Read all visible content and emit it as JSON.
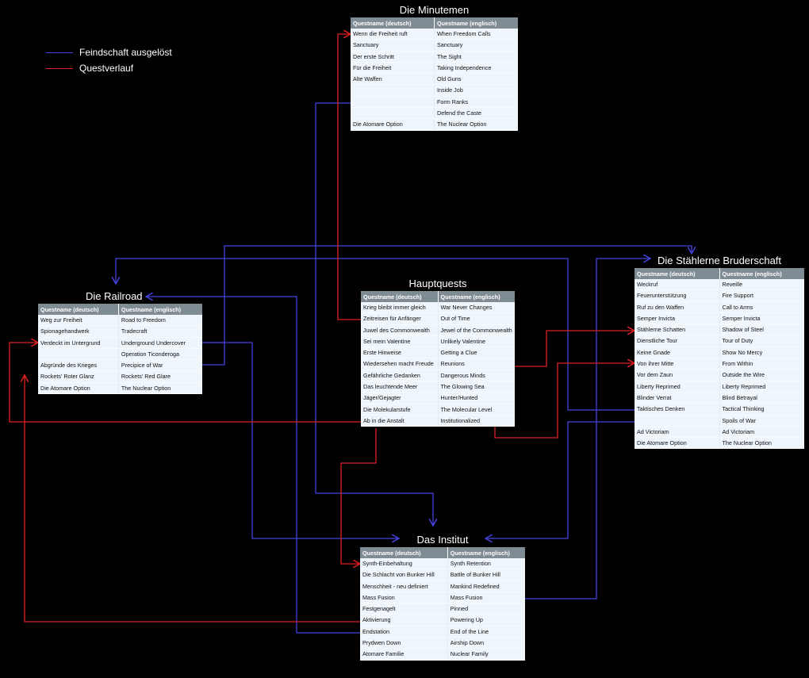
{
  "legend": {
    "hostility": {
      "label": "Feindschaft ausgelöst",
      "color": "#4444dd"
    },
    "quest_flow": {
      "label": "Questverlauf",
      "color": "#e02020"
    }
  },
  "columns": {
    "german": "Questname (deutsch)",
    "english": "Questname (englisch)"
  },
  "factions": {
    "minutemen": {
      "title": "Die Minutemen",
      "rows": [
        [
          "Wenn die Freiheit ruft",
          "When Freedom Calls"
        ],
        [
          "Sanctuary",
          "Sanctuary"
        ],
        [
          "Der erste Schritt",
          "The Sight"
        ],
        [
          "Für die Freiheit",
          "Taking Independence"
        ],
        [
          "Alte Waffen",
          "Old Guns"
        ],
        [
          "",
          "Inside Job"
        ],
        [
          "",
          "Form Ranks"
        ],
        [
          "",
          "Defend the Caste"
        ],
        [
          "Die Atomare Option",
          "The Nuclear Option"
        ]
      ]
    },
    "railroad": {
      "title": "Die Railroad",
      "rows": [
        [
          "Weg zur Freiheit",
          "Road to Freedom"
        ],
        [
          "Spionagehandwerk",
          "Tradecraft"
        ],
        [
          "Verdeckt im Untergrund",
          "Underground Undercover"
        ],
        [
          "",
          "Operation Ticonderoga"
        ],
        [
          "Abgründe des Krieges",
          "Precipice of War"
        ],
        [
          "Rockets' Roter Glanz",
          "Rockets' Red Glare"
        ],
        [
          "Die Atomare Option",
          "The Nuclear Option"
        ]
      ]
    },
    "main": {
      "title": "Hauptquests",
      "rows": [
        [
          "Krieg bleibt immer gleich",
          "War Never Changes"
        ],
        [
          "Zeitreisen für Anfänger",
          "Out of Time"
        ],
        [
          "Juwel des Commonwealth",
          "Jewel of the Commonwealth"
        ],
        [
          "Sei mein Valentine",
          "Unlikely Valentine"
        ],
        [
          "Erste Hinweise",
          "Getting a Clue"
        ],
        [
          "Wiedersehen macht Freude",
          "Reunions"
        ],
        [
          "Gefährliche Gedanken",
          "Dangerous Minds"
        ],
        [
          "Das leuchtende Meer",
          "The Glowing Sea"
        ],
        [
          "Jäger/Gejagter",
          "Hunter/Hunted"
        ],
        [
          "Die Molekularstufe",
          "The Molecular Level"
        ],
        [
          "Ab in die Anstalt",
          "Institutionalized"
        ]
      ]
    },
    "brotherhood": {
      "title": "Die Stählerne Bruderschaft",
      "rows": [
        [
          "Weckruf",
          "Reveille"
        ],
        [
          "Feuerunterstützung",
          "Fire Support"
        ],
        [
          "Ruf zu den Waffen",
          "Call to Arms"
        ],
        [
          "Semper Invicta",
          "Semper Invicta"
        ],
        [
          "Stählerne Schatten",
          "Shadow of Steel"
        ],
        [
          "Dienstliche Tour",
          "Tour of Duty"
        ],
        [
          "Keine Gnade",
          "Show No Mercy"
        ],
        [
          "Von ihrer Mitte",
          "From Within"
        ],
        [
          "Vor dem Zaun",
          "Outside the Wire"
        ],
        [
          "Liberty Reprimed",
          "Liberty Reprimed"
        ],
        [
          "Blinder Verrat",
          "Blind Betrayal"
        ],
        [
          "Taktisches Denken",
          "Tactical Thinking"
        ],
        [
          "",
          "Spoils of War"
        ],
        [
          "Ad Victoriam",
          "Ad Victoriam"
        ],
        [
          "Die Atomare Option",
          "The Nuclear Option"
        ]
      ]
    },
    "institute": {
      "title": "Das Institut",
      "rows": [
        [
          "Synth-Einbehaltung",
          "Synth Retention"
        ],
        [
          "Die Schlacht von Bunker Hill",
          "Battle of Bunker Hill"
        ],
        [
          "Menschheit - neu definiert",
          "Mankind Redefined"
        ],
        [
          "Mass Fusion",
          "Mass Fusion"
        ],
        [
          "Festgenagelt",
          "Pinned"
        ],
        [
          "Aktivierung",
          "Powering Up"
        ],
        [
          "Endstation",
          "End of the Line"
        ],
        [
          "Prydwen Down",
          "Airship Down"
        ],
        [
          "Atomare Familie",
          "Nuclear Family"
        ]
      ]
    }
  }
}
